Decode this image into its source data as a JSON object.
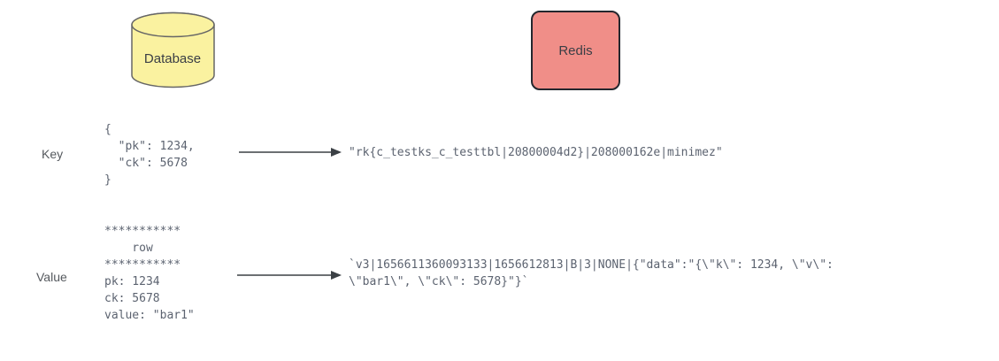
{
  "diagram": {
    "nodes": {
      "database": {
        "label": "Database",
        "fill": "#faf2a0",
        "stroke": "#666666",
        "shape": "cylinder"
      },
      "redis": {
        "label": "Redis",
        "fill": "#f08e88",
        "stroke": "#23272e",
        "shape": "rounded-rectangle"
      }
    },
    "rows": {
      "key": {
        "label": "Key",
        "source_text": "{\n  \"pk\": 1234,\n  \"ck\": 5678\n}",
        "target_text": "\"rk{c_testks_c_testtbl|20800004d2}|208000162e|minimez\""
      },
      "value": {
        "label": "Value",
        "source_text": "***********\n    row\n***********\npk: 1234\nck: 5678\nvalue: \"bar1\"",
        "target_text": "`v3|1656611360093133|1656612813|B|3|NONE|{\"data\":\"{\\\"k\\\": 1234, \\\"v\\\":\n\\\"bar1\\\", \\\"ck\\\": 5678}\"}`"
      }
    },
    "colors": {
      "arrow": "#3b4045",
      "mono_text": "#5c6370",
      "label_text": "#55595e"
    }
  }
}
